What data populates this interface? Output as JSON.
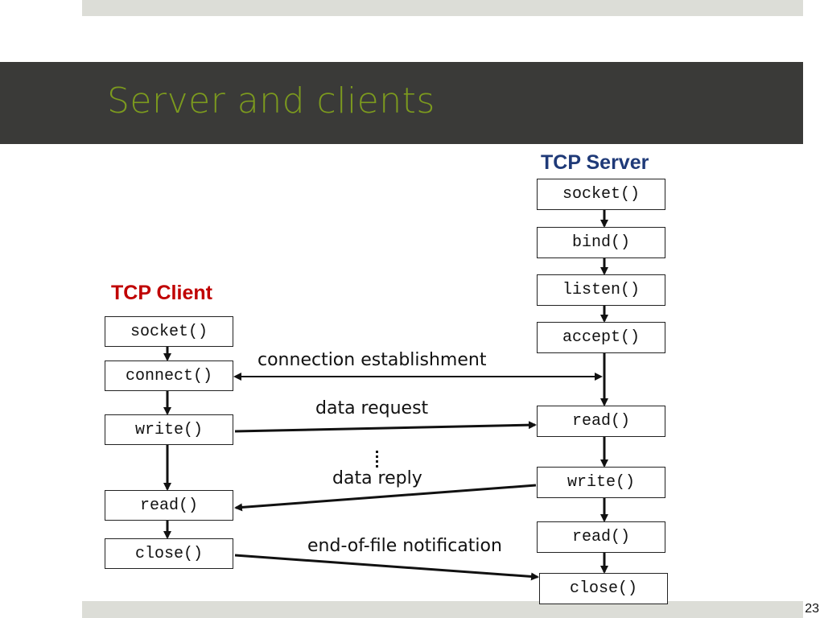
{
  "slide": {
    "title": "Server and clients",
    "page_number": "23"
  },
  "server": {
    "heading": "TCP Server",
    "heading_color": "#1f3a78",
    "calls": [
      "socket()",
      "bind()",
      "listen()",
      "accept()",
      "read()",
      "write()",
      "read()",
      "close()"
    ]
  },
  "client": {
    "heading": "TCP Client",
    "heading_color": "#c00000",
    "calls": [
      "socket()",
      "connect()",
      "write()",
      "read()",
      "close()"
    ]
  },
  "messages": {
    "connection": "connection establishment",
    "request": "data request",
    "reply": "data reply",
    "eof": "end-of-file notification"
  }
}
